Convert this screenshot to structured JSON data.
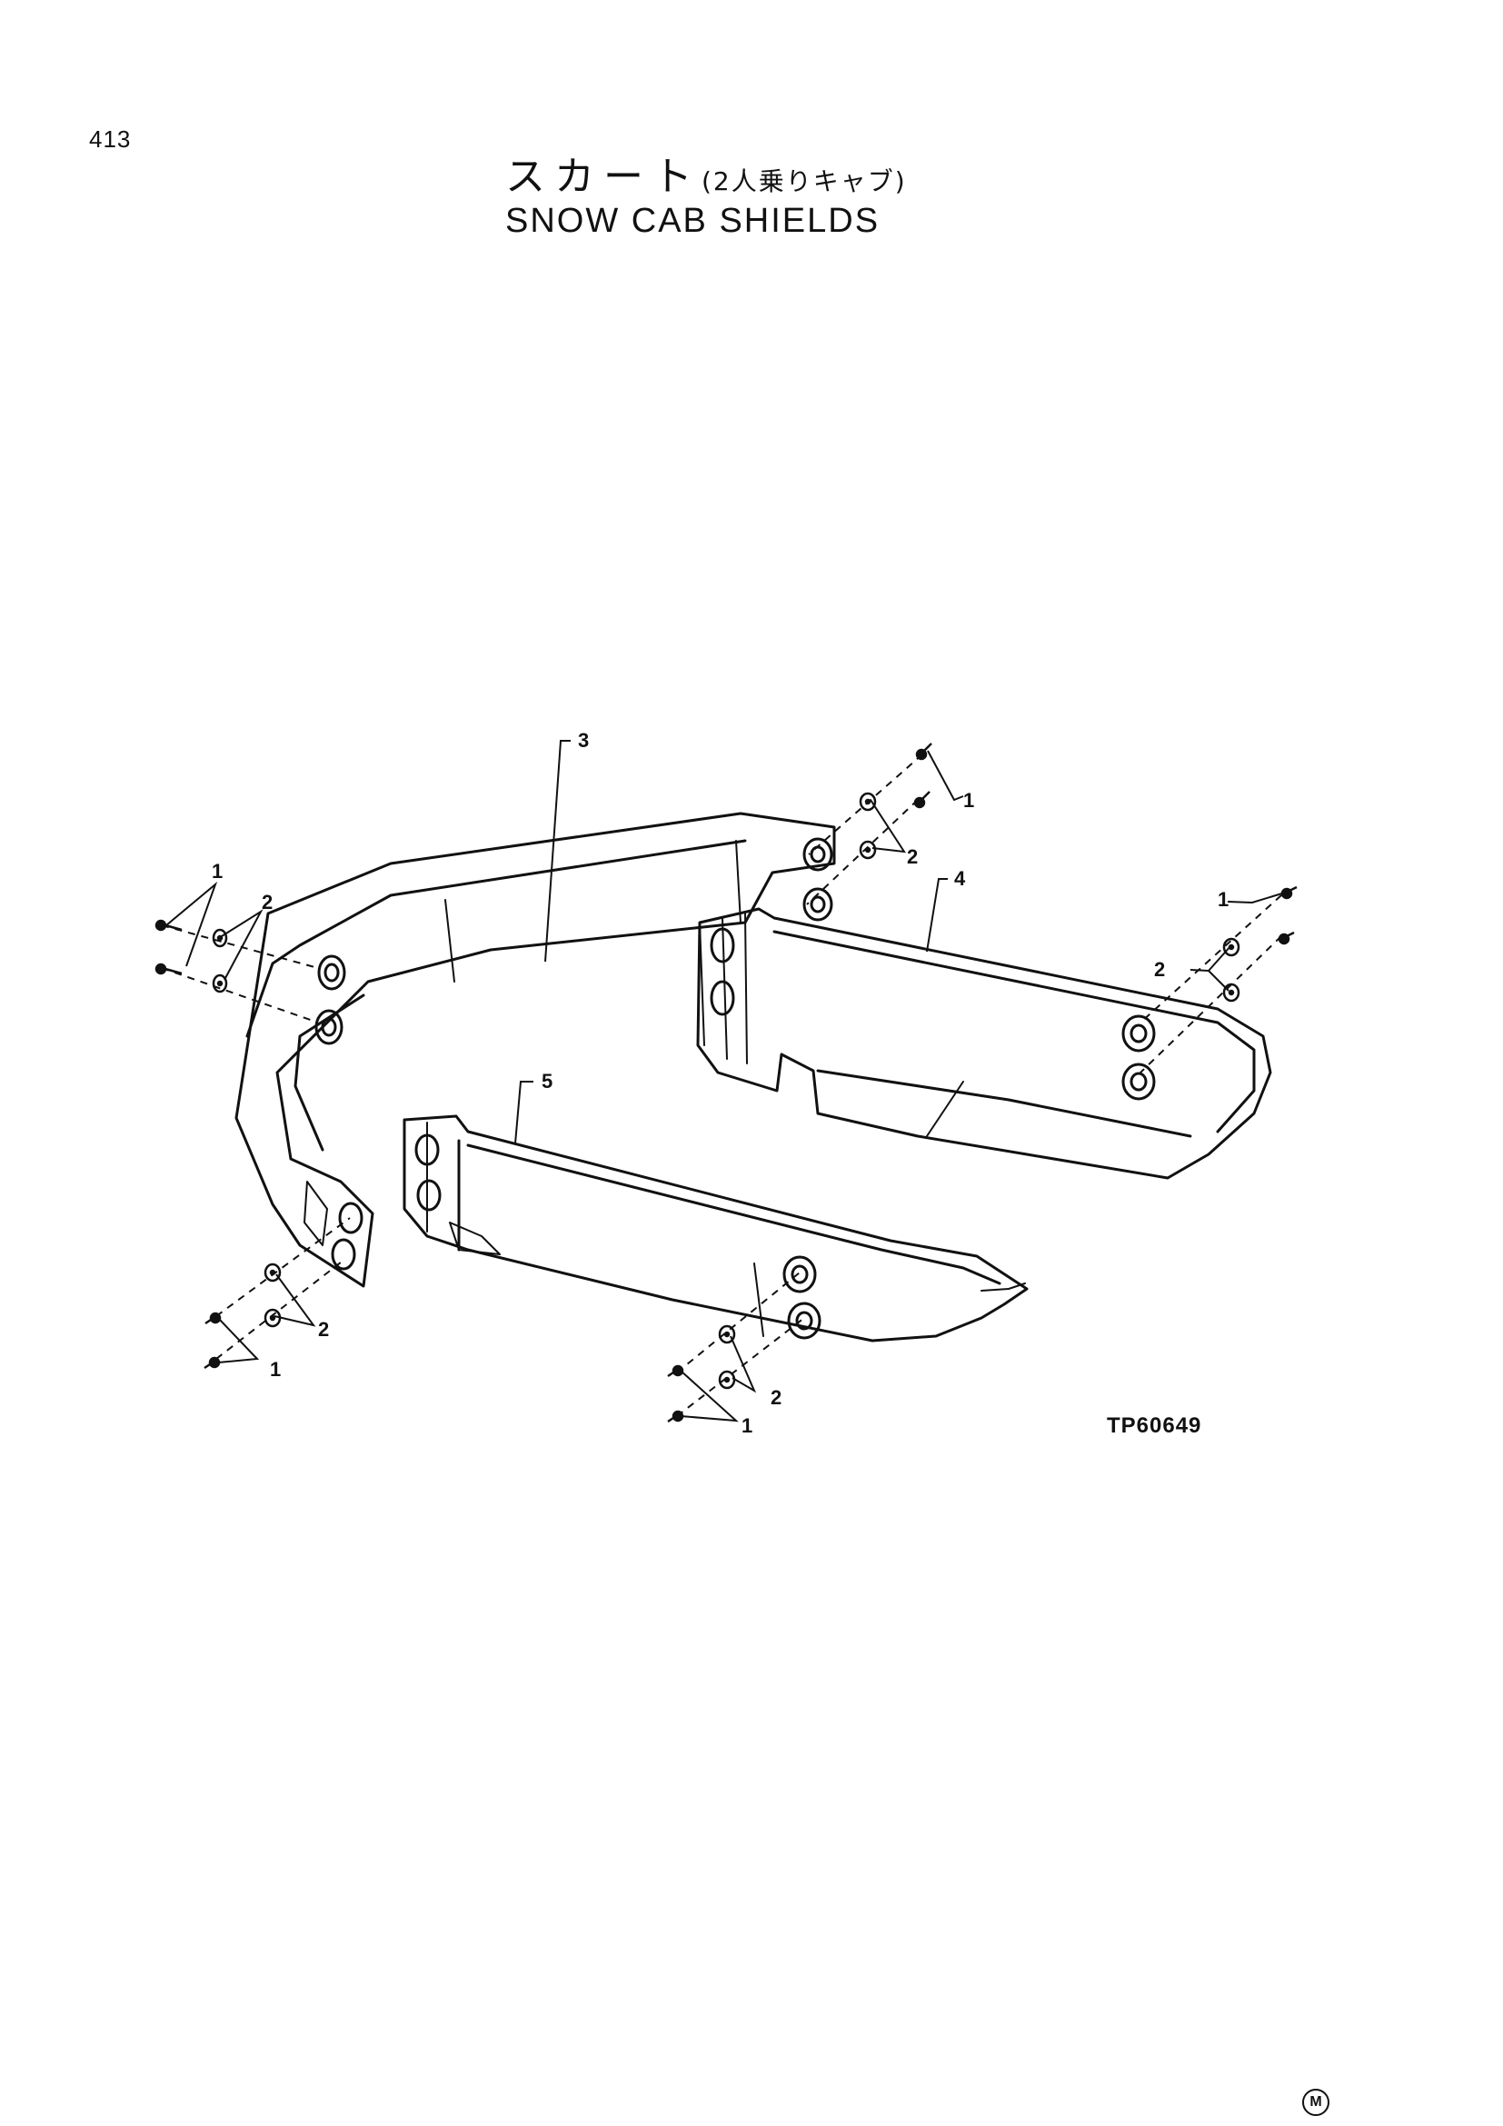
{
  "page_number": "413",
  "title": {
    "japanese_main": "スカート",
    "japanese_sub": "(2人乗りキャブ)",
    "english": "SNOW CAB SHIELDS"
  },
  "figure_code": "TP60649",
  "mark": "M",
  "callouts": [
    {
      "id": "c3",
      "label": "3",
      "part": "rear-shield"
    },
    {
      "id": "c4",
      "label": "4",
      "part": "right-side-shield"
    },
    {
      "id": "c5",
      "label": "5",
      "part": "left-side-shield"
    },
    {
      "id": "c1a",
      "label": "1",
      "part": "bolt"
    },
    {
      "id": "c2a",
      "label": "2",
      "part": "washer"
    },
    {
      "id": "c1b",
      "label": "1",
      "part": "bolt"
    },
    {
      "id": "c2b",
      "label": "2",
      "part": "washer"
    },
    {
      "id": "c1c",
      "label": "1",
      "part": "bolt"
    },
    {
      "id": "c2c",
      "label": "2",
      "part": "washer"
    },
    {
      "id": "c1d",
      "label": "1",
      "part": "bolt"
    },
    {
      "id": "c2d",
      "label": "2",
      "part": "washer"
    },
    {
      "id": "c1e",
      "label": "1",
      "part": "bolt"
    },
    {
      "id": "c2e",
      "label": "2",
      "part": "washer"
    }
  ]
}
